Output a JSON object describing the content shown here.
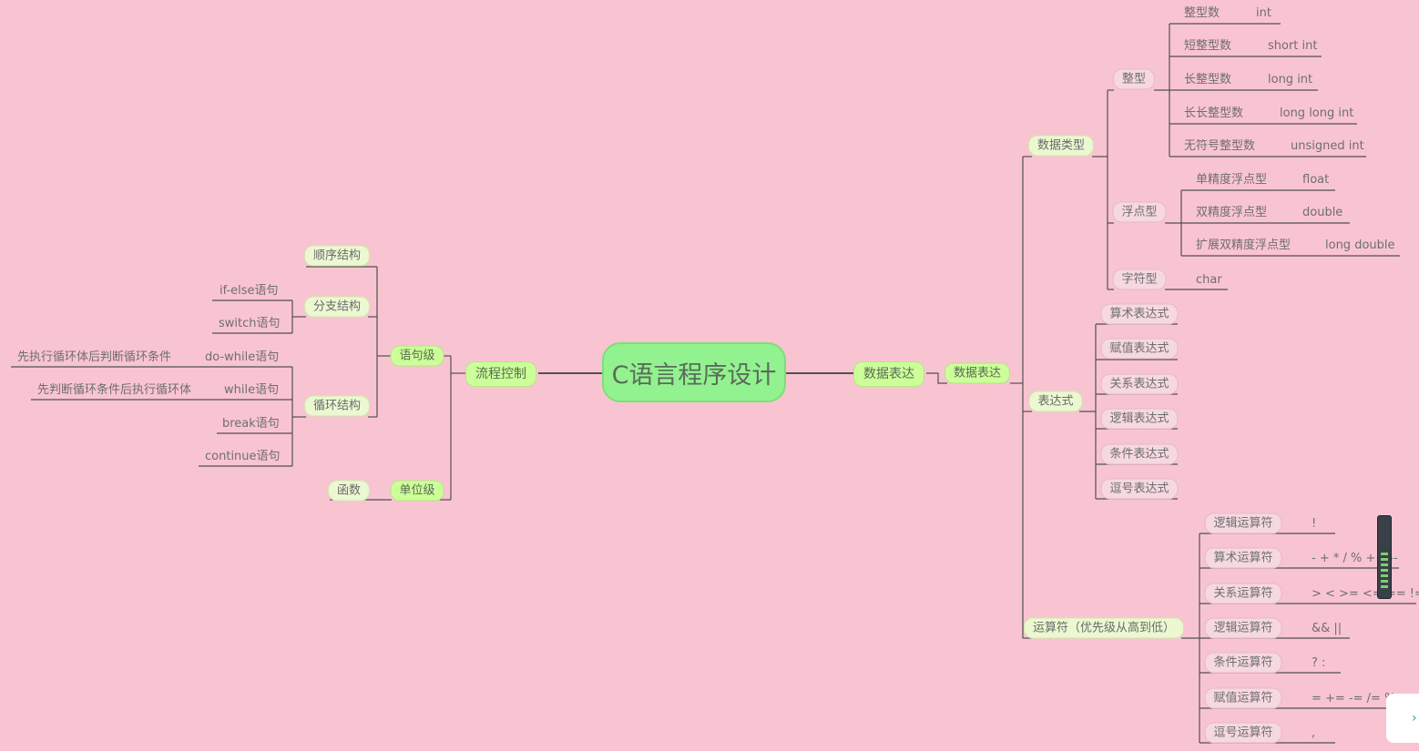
{
  "central": "C语言程序设计",
  "left": {
    "branch": "流程控制",
    "sentence_level": "语句级",
    "unit_level": "单位级",
    "function": "函数",
    "sequence": "顺序结构",
    "branching": "分支结构",
    "if_else": "if-else语句",
    "switch": "switch语句",
    "loop": "循环结构",
    "do_while": "do-while语句",
    "do_while_note": "先执行循环体后判断循环条件",
    "while": "while语句",
    "while_note": "先判断循环条件后执行循环体",
    "break": "break语句",
    "continue": "continue语句"
  },
  "right": {
    "branch": "数据表达",
    "branch2": "数据表达",
    "data_types": {
      "label": "数据类型",
      "integer": {
        "label": "整型",
        "items": [
          {
            "name": "整型数",
            "value": "int"
          },
          {
            "name": "短整型数",
            "value": "short int"
          },
          {
            "name": "长整型数",
            "value": "long int"
          },
          {
            "name": "长长整型数",
            "value": "long long int"
          },
          {
            "name": "无符号整型数",
            "value": "unsigned int"
          }
        ]
      },
      "float": {
        "label": "浮点型",
        "items": [
          {
            "name": "单精度浮点型",
            "value": "float"
          },
          {
            "name": "双精度浮点型",
            "value": "double"
          },
          {
            "name": "扩展双精度浮点型",
            "value": "long double"
          }
        ]
      },
      "char": {
        "label": "字符型",
        "value": "char"
      }
    },
    "expressions": {
      "label": "表达式",
      "items": [
        "算术表达式",
        "赋值表达式",
        "关系表达式",
        "逻辑表达式",
        "条件表达式",
        "逗号表达式"
      ]
    },
    "operators": {
      "label": "运算符（优先级从高到低）",
      "items": [
        {
          "name": "逻辑运算符",
          "value": "!"
        },
        {
          "name": "算术运算符",
          "value": "- + * / % ++ --"
        },
        {
          "name": "关系运算符",
          "value": "> < >= <= == !="
        },
        {
          "name": "逻辑运算符",
          "value": "&& ||"
        },
        {
          "name": "条件运算符",
          "value": "? :"
        },
        {
          "name": "赋值运算符",
          "value": "= += -= /= %="
        },
        {
          "name": "逗号运算符",
          "value": ","
        }
      ]
    }
  },
  "colors": {
    "background": "#f9c4d2",
    "central_fill": "#92f28f",
    "primary_fill": "#ccff99",
    "line": "#505050"
  },
  "icons": {
    "widget": "meter-icon",
    "corner": "chevron-right-icon"
  }
}
